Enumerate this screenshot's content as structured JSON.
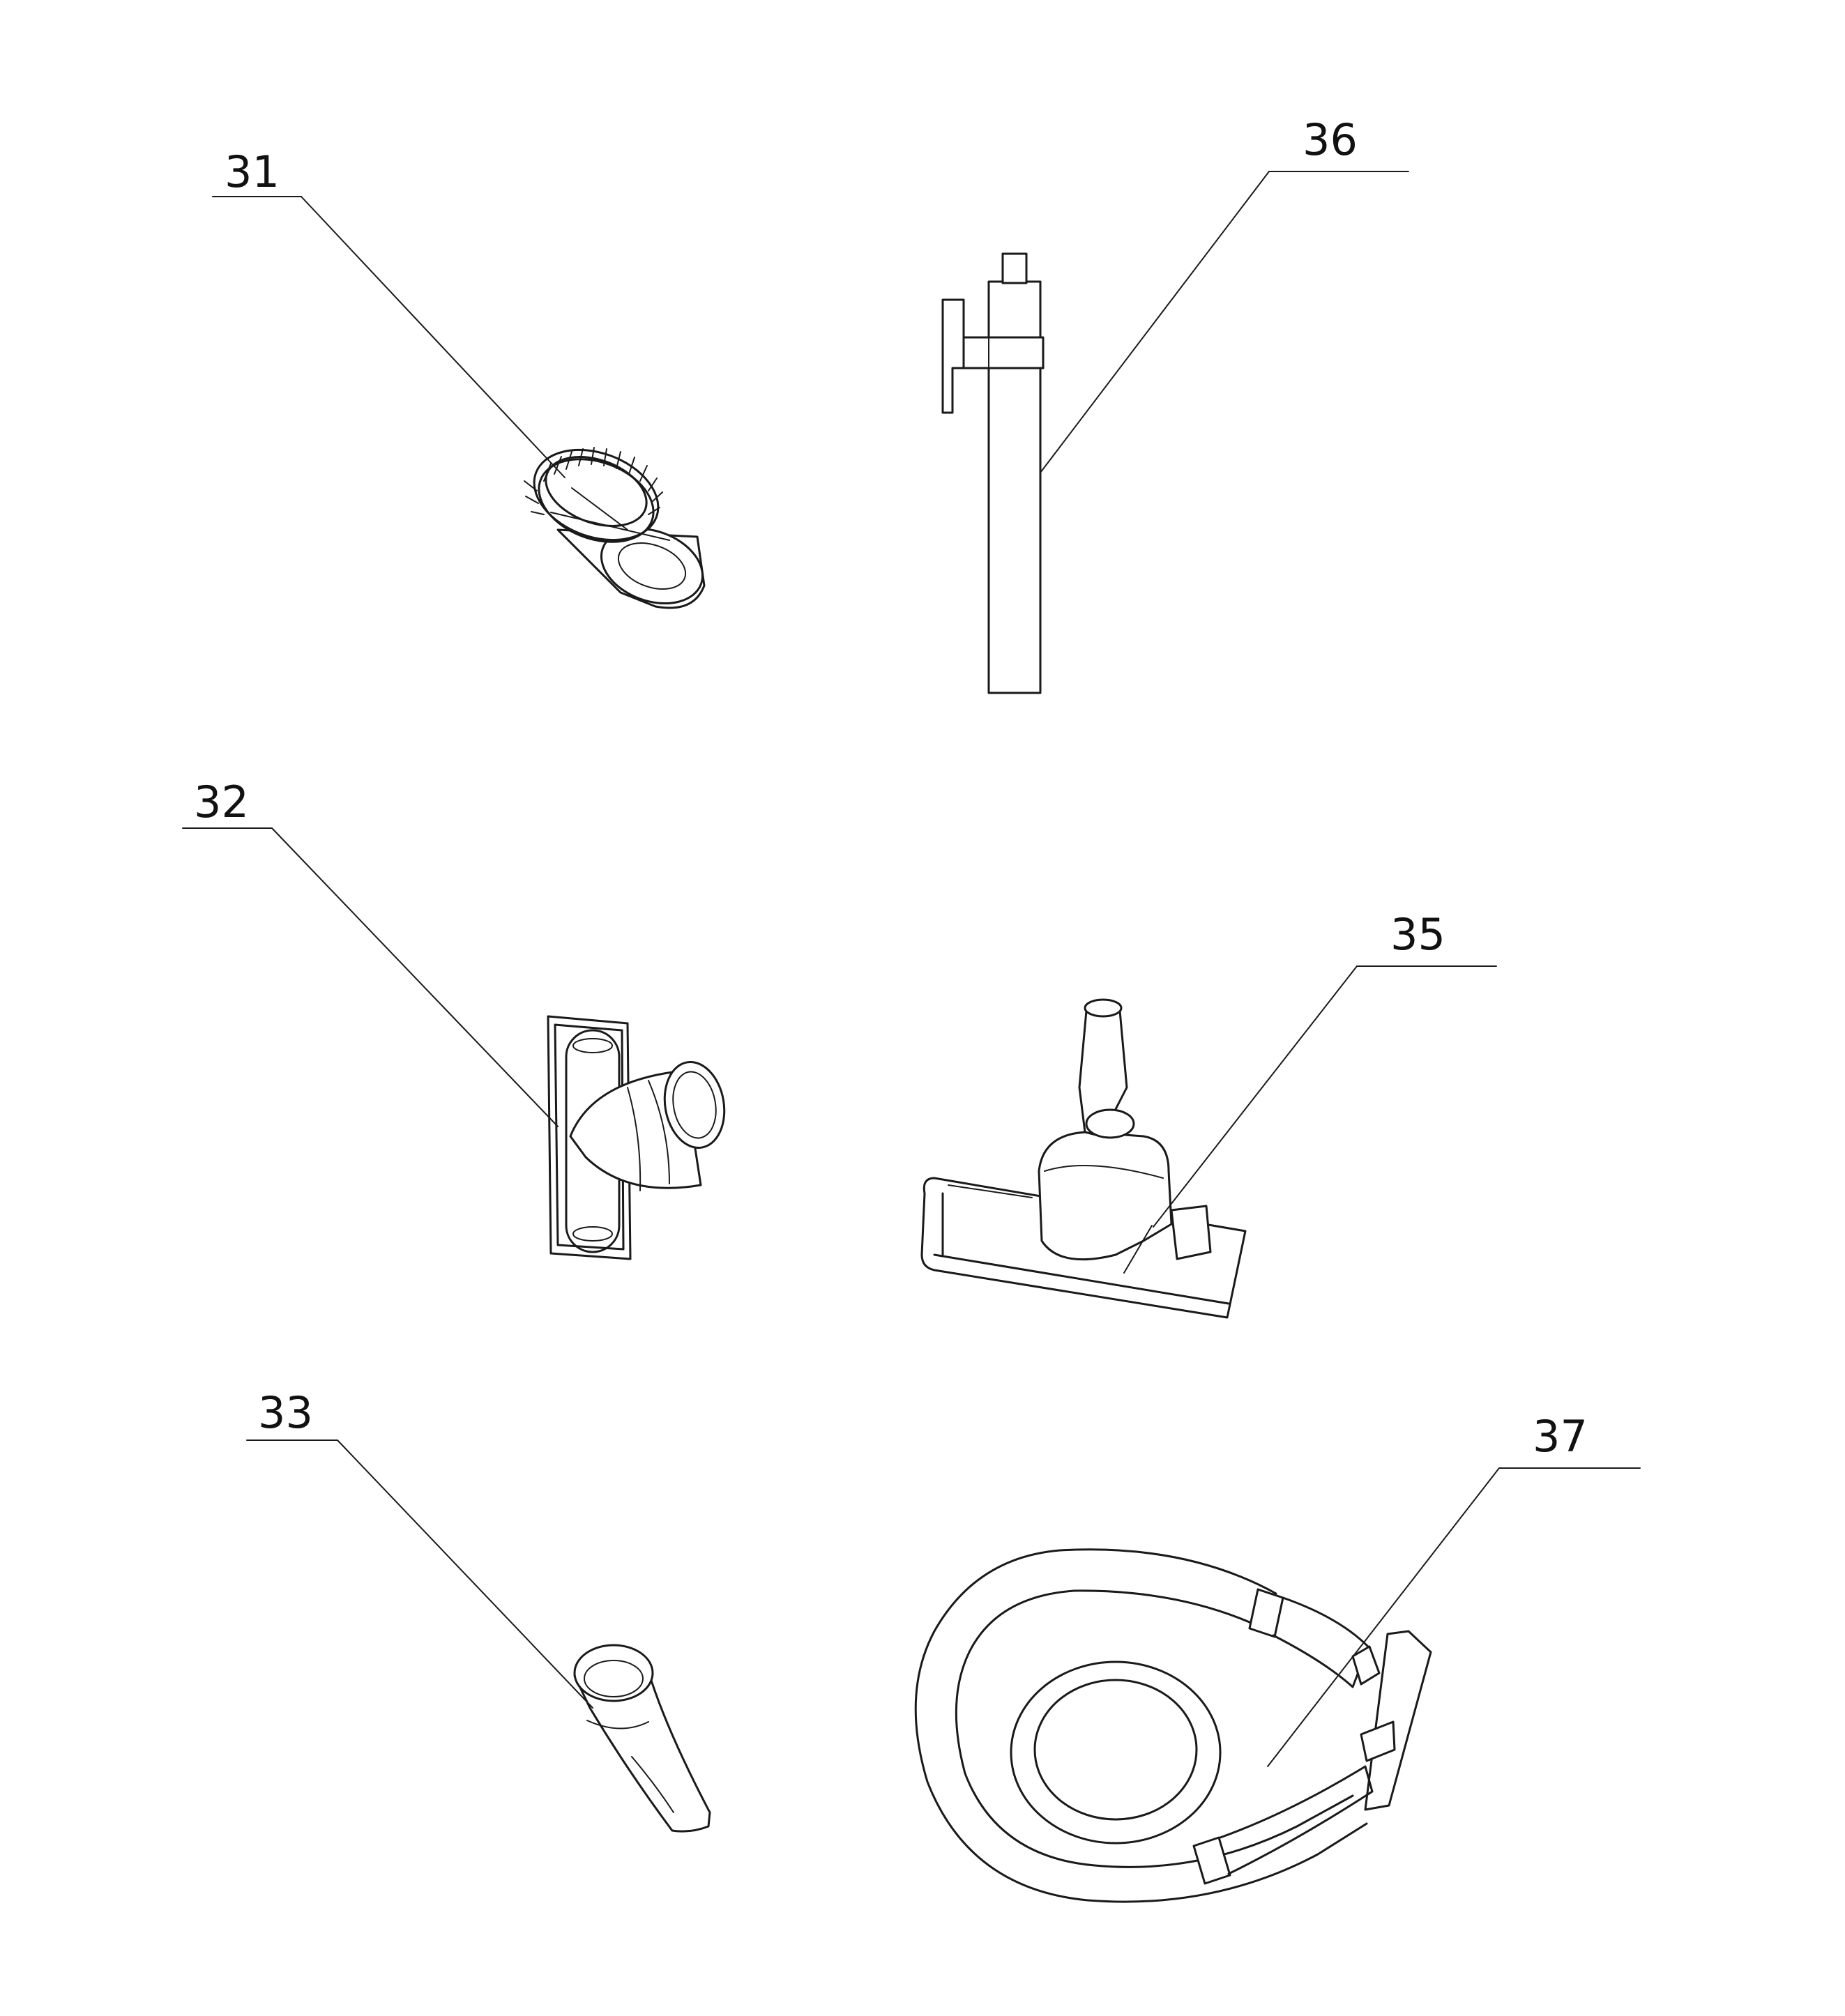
{
  "callouts": {
    "c31": "31",
    "c32": "32",
    "c33": "33",
    "c35": "35",
    "c36": "36",
    "c37": "37"
  }
}
